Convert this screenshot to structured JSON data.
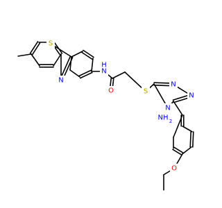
{
  "colors": {
    "carbon_bond": "#000000",
    "nitrogen": "#0000ff",
    "sulfur": "#b8a000",
    "oxygen": "#ff0000"
  },
  "atoms": {
    "s_thiazole": "S",
    "n_thiazole": "N",
    "nh_amide": "N",
    "h_amide": "H",
    "o_amide": "O",
    "s_thioether": "S",
    "n_triazole_top": "N",
    "n_triazole_right": "N",
    "n_triazole_bottom": "N",
    "nh2_amino": "NH",
    "nh2_subscript": "2",
    "o_ether": "O"
  }
}
